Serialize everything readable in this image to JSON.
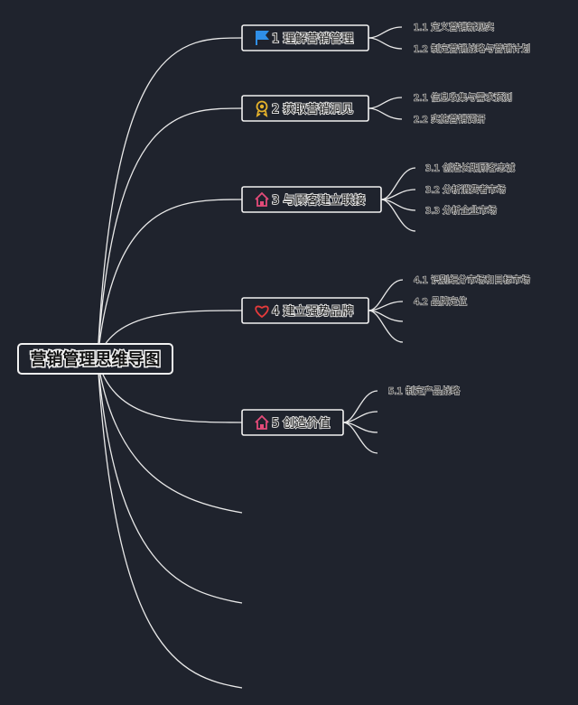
{
  "root": {
    "label": "营销管理思维导图"
  },
  "branches": [
    {
      "id": "b1",
      "icon": "flag-icon",
      "number": "1",
      "label": "理解营销管理",
      "children": [
        {
          "label": "1.1 定义营销新现实"
        },
        {
          "label": "1.2 制定营销战略与营销计划"
        }
      ]
    },
    {
      "id": "b2",
      "icon": "medal-icon",
      "number": "2",
      "label": "获取营销洞见",
      "children": [
        {
          "label": "2.1 信息收集与需求预测"
        },
        {
          "label": "2.2 实施营销调研"
        }
      ]
    },
    {
      "id": "b3",
      "icon": "house-icon",
      "number": "3",
      "label": "与顾客建立联接",
      "children": [
        {
          "label": "3.1 创造长期顾客忠诚"
        },
        {
          "label": "3.2 分析消费者市场"
        },
        {
          "label": "3.3 分析企业市场"
        },
        {
          "label": ""
        }
      ]
    },
    {
      "id": "b4",
      "icon": "heart-icon",
      "number": "4",
      "label": "建立强势品牌",
      "children": [
        {
          "label": "4.1 识别细分市场和目标市场"
        },
        {
          "label": "4.2 品牌定位"
        },
        {
          "label": ""
        },
        {
          "label": ""
        }
      ]
    },
    {
      "id": "b5",
      "icon": "house-icon",
      "number": "5",
      "label": "创造价值",
      "children": [
        {
          "label": "5.1 制定产品战略"
        },
        {
          "label": ""
        },
        {
          "label": ""
        },
        {
          "label": ""
        }
      ]
    },
    {
      "id": "b6",
      "icon": "",
      "number": "",
      "label": "",
      "children": []
    },
    {
      "id": "b7",
      "icon": "",
      "number": "",
      "label": "",
      "children": []
    },
    {
      "id": "b8",
      "icon": "",
      "number": "",
      "label": "",
      "children": []
    }
  ],
  "colors": {
    "background": "#1f232d",
    "line": "#e9e9e9",
    "box_border": "#f2f2f2",
    "flag": "#2f8fe8",
    "medal": "#e5b22b",
    "house": "#e44b79",
    "heart": "#e53b3b"
  }
}
